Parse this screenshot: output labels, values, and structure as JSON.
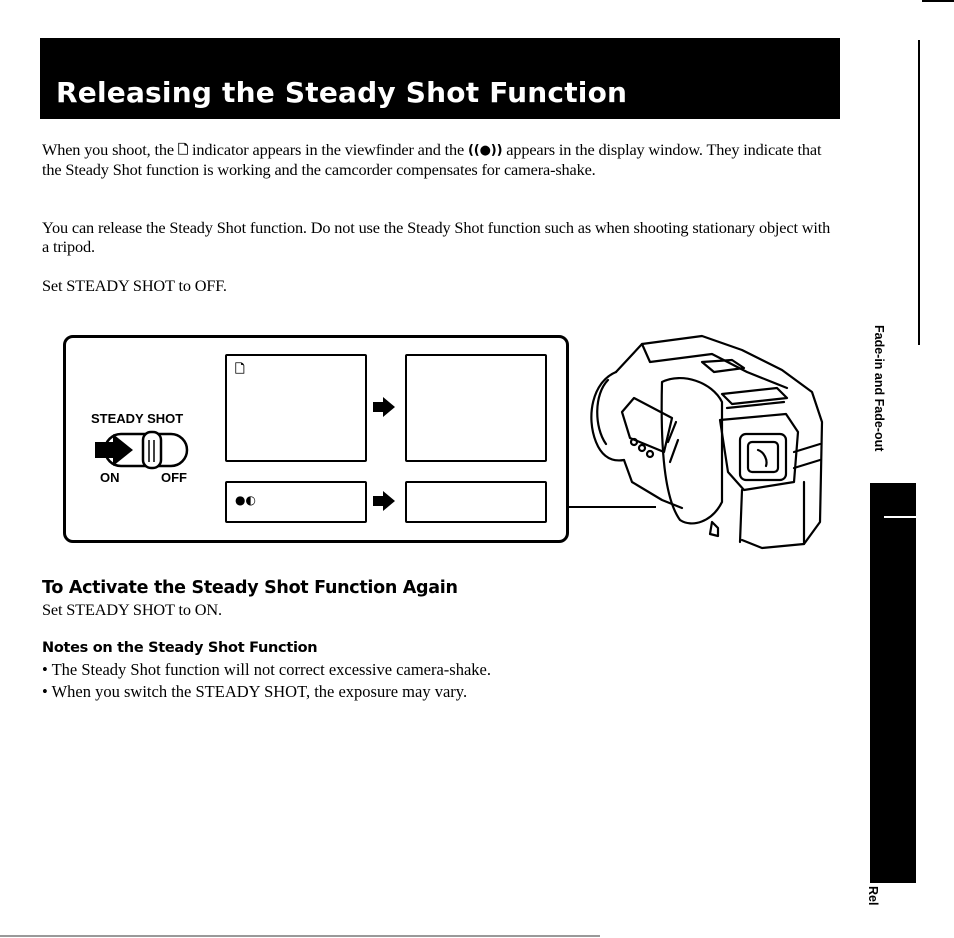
{
  "header": {
    "title": "Releasing the Steady Shot Function"
  },
  "intro": {
    "p1_part1": "When you shoot, the ",
    "p1_icon1": "steady-shot-viewfinder-icon",
    "p1_part2": " indicator appears in the viewfinder and the ",
    "p1_icon2": "steady-shot-display-icon",
    "p1_part3": " appears in the display window. They indicate that the Steady Shot function is working and the camcorder compensates for camera-shake.",
    "p2": "You can release the Steady Shot function. Do not use the Steady Shot function such as when shooting stationary object with a tripod.",
    "p3": "Set STEADY SHOT to OFF."
  },
  "diagram": {
    "switch_label": "STEADY SHOT",
    "switch_on": "ON",
    "switch_off": "OFF",
    "switch_position": "OFF",
    "viewfinder_icon": "steady-shot-viewfinder-icon",
    "display_icon": "steady-shot-display-icon",
    "arrow_icon": "arrow-right-icon"
  },
  "activate": {
    "heading": "To Activate the Steady Shot Function Again",
    "text": "Set STEADY SHOT to ON."
  },
  "notes": {
    "heading": "Notes on the Steady Shot Function",
    "items": [
      "• The Steady Shot function will not correct excessive camera-shake.",
      "• When you switch the STEADY SHOT, the exposure may vary."
    ]
  },
  "side_tab": {
    "section": "Fade-in and Fade-out",
    "next_section": "Rel"
  },
  "colors": {
    "ink": "#000000",
    "paper": "#ffffff"
  }
}
